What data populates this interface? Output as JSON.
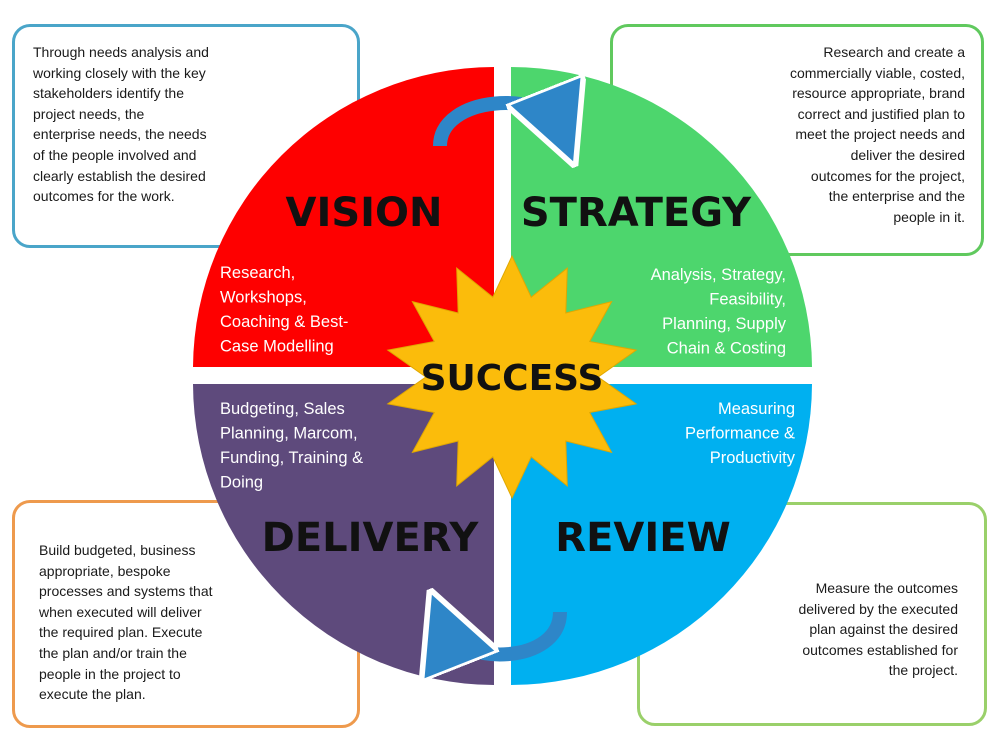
{
  "center": {
    "label": "SUCCESS",
    "color": "#fbbc0b"
  },
  "quadrants": {
    "vision": {
      "title": "VISION",
      "color": "#fe0000",
      "activities": [
        "Research,",
        "Workshops,",
        "Coaching & Best-",
        "Case Modelling"
      ],
      "description": "Through needs analysis and\nworking closely with the key\nstakeholders identify the\nproject needs, the\nenterprise needs, the needs\nof the people involved and\nclearly establish the desired\noutcomes for the work."
    },
    "strategy": {
      "title": "STRATEGY",
      "color": "#4dd66d",
      "activities": [
        "Analysis, Strategy,",
        "Feasibility,",
        "Planning, Supply",
        "Chain & Costing"
      ],
      "description": "Research and create a\ncommercially viable, costed,\nresource appropriate, brand\ncorrect and justified plan to\nmeet the project needs and\ndeliver the desired\noutcomes for the project,\nthe enterprise and the\npeople in it."
    },
    "delivery": {
      "title": "DELIVERY",
      "color": "#5e4a7c",
      "activities": [
        "Budgeting, Sales",
        "Planning, Marcom,",
        "Funding, Training &",
        "Doing"
      ],
      "description": "Build budgeted, business\nappropriate, bespoke\nprocesses and systems that\nwhen executed will deliver\nthe required plan. Execute\nthe plan and/or train the\npeople in the project to\nexecute the plan."
    },
    "review": {
      "title": "REVIEW",
      "color": "#00b0f0",
      "activities": [
        "Measuring",
        "Performance &",
        "Productivity"
      ],
      "description": "Measure the outcomes\ndelivered by the executed\nplan against the desired\noutcomes established for\nthe project."
    }
  },
  "arrow_color": "#2e86c8"
}
